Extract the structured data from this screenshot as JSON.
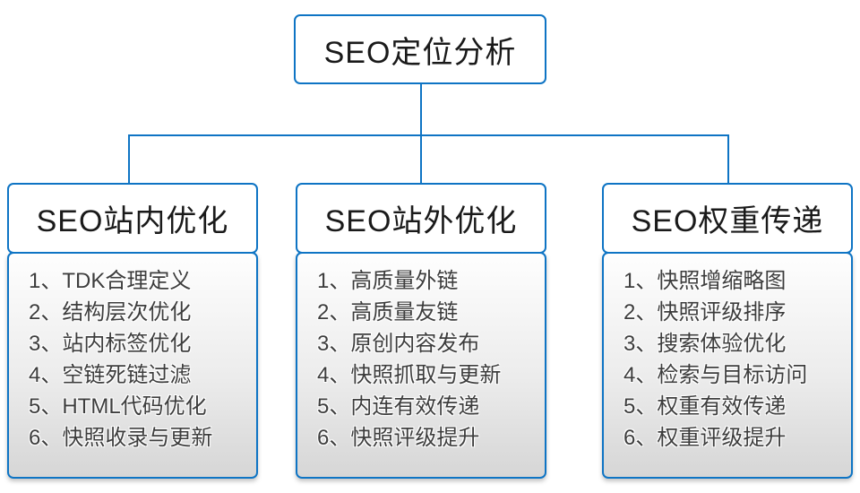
{
  "diagram": {
    "root": {
      "title": "SEO定位分析"
    },
    "columns": [
      {
        "title": "SEO站内优化",
        "items": [
          "1、TDK合理定义",
          "2、结构层次优化",
          "3、站内标签优化",
          "4、空链死链过滤",
          "5、HTML代码优化",
          "6、快照收录与更新"
        ]
      },
      {
        "title": "SEO站外优化",
        "items": [
          "1、高质量外链",
          "2、高质量友链",
          "3、原创内容发布",
          "4、快照抓取与更新",
          "5、内连有效传递",
          "6、快照评级提升"
        ]
      },
      {
        "title": "SEO权重传递",
        "items": [
          "1、快照增缩略图",
          "2、快照评级排序",
          "3、搜索体验优化",
          "4、检索与目标访问",
          "5、权重有效传递",
          "6、权重评级提升"
        ]
      }
    ],
    "colors": {
      "connector_and_border_blue": "#0e74c4",
      "list_gradient_top": "#fefefe",
      "list_gradient_bottom": "#d6d6d6",
      "heading_text": "#1a1a1a",
      "list_text": "#3d3d3d"
    }
  }
}
